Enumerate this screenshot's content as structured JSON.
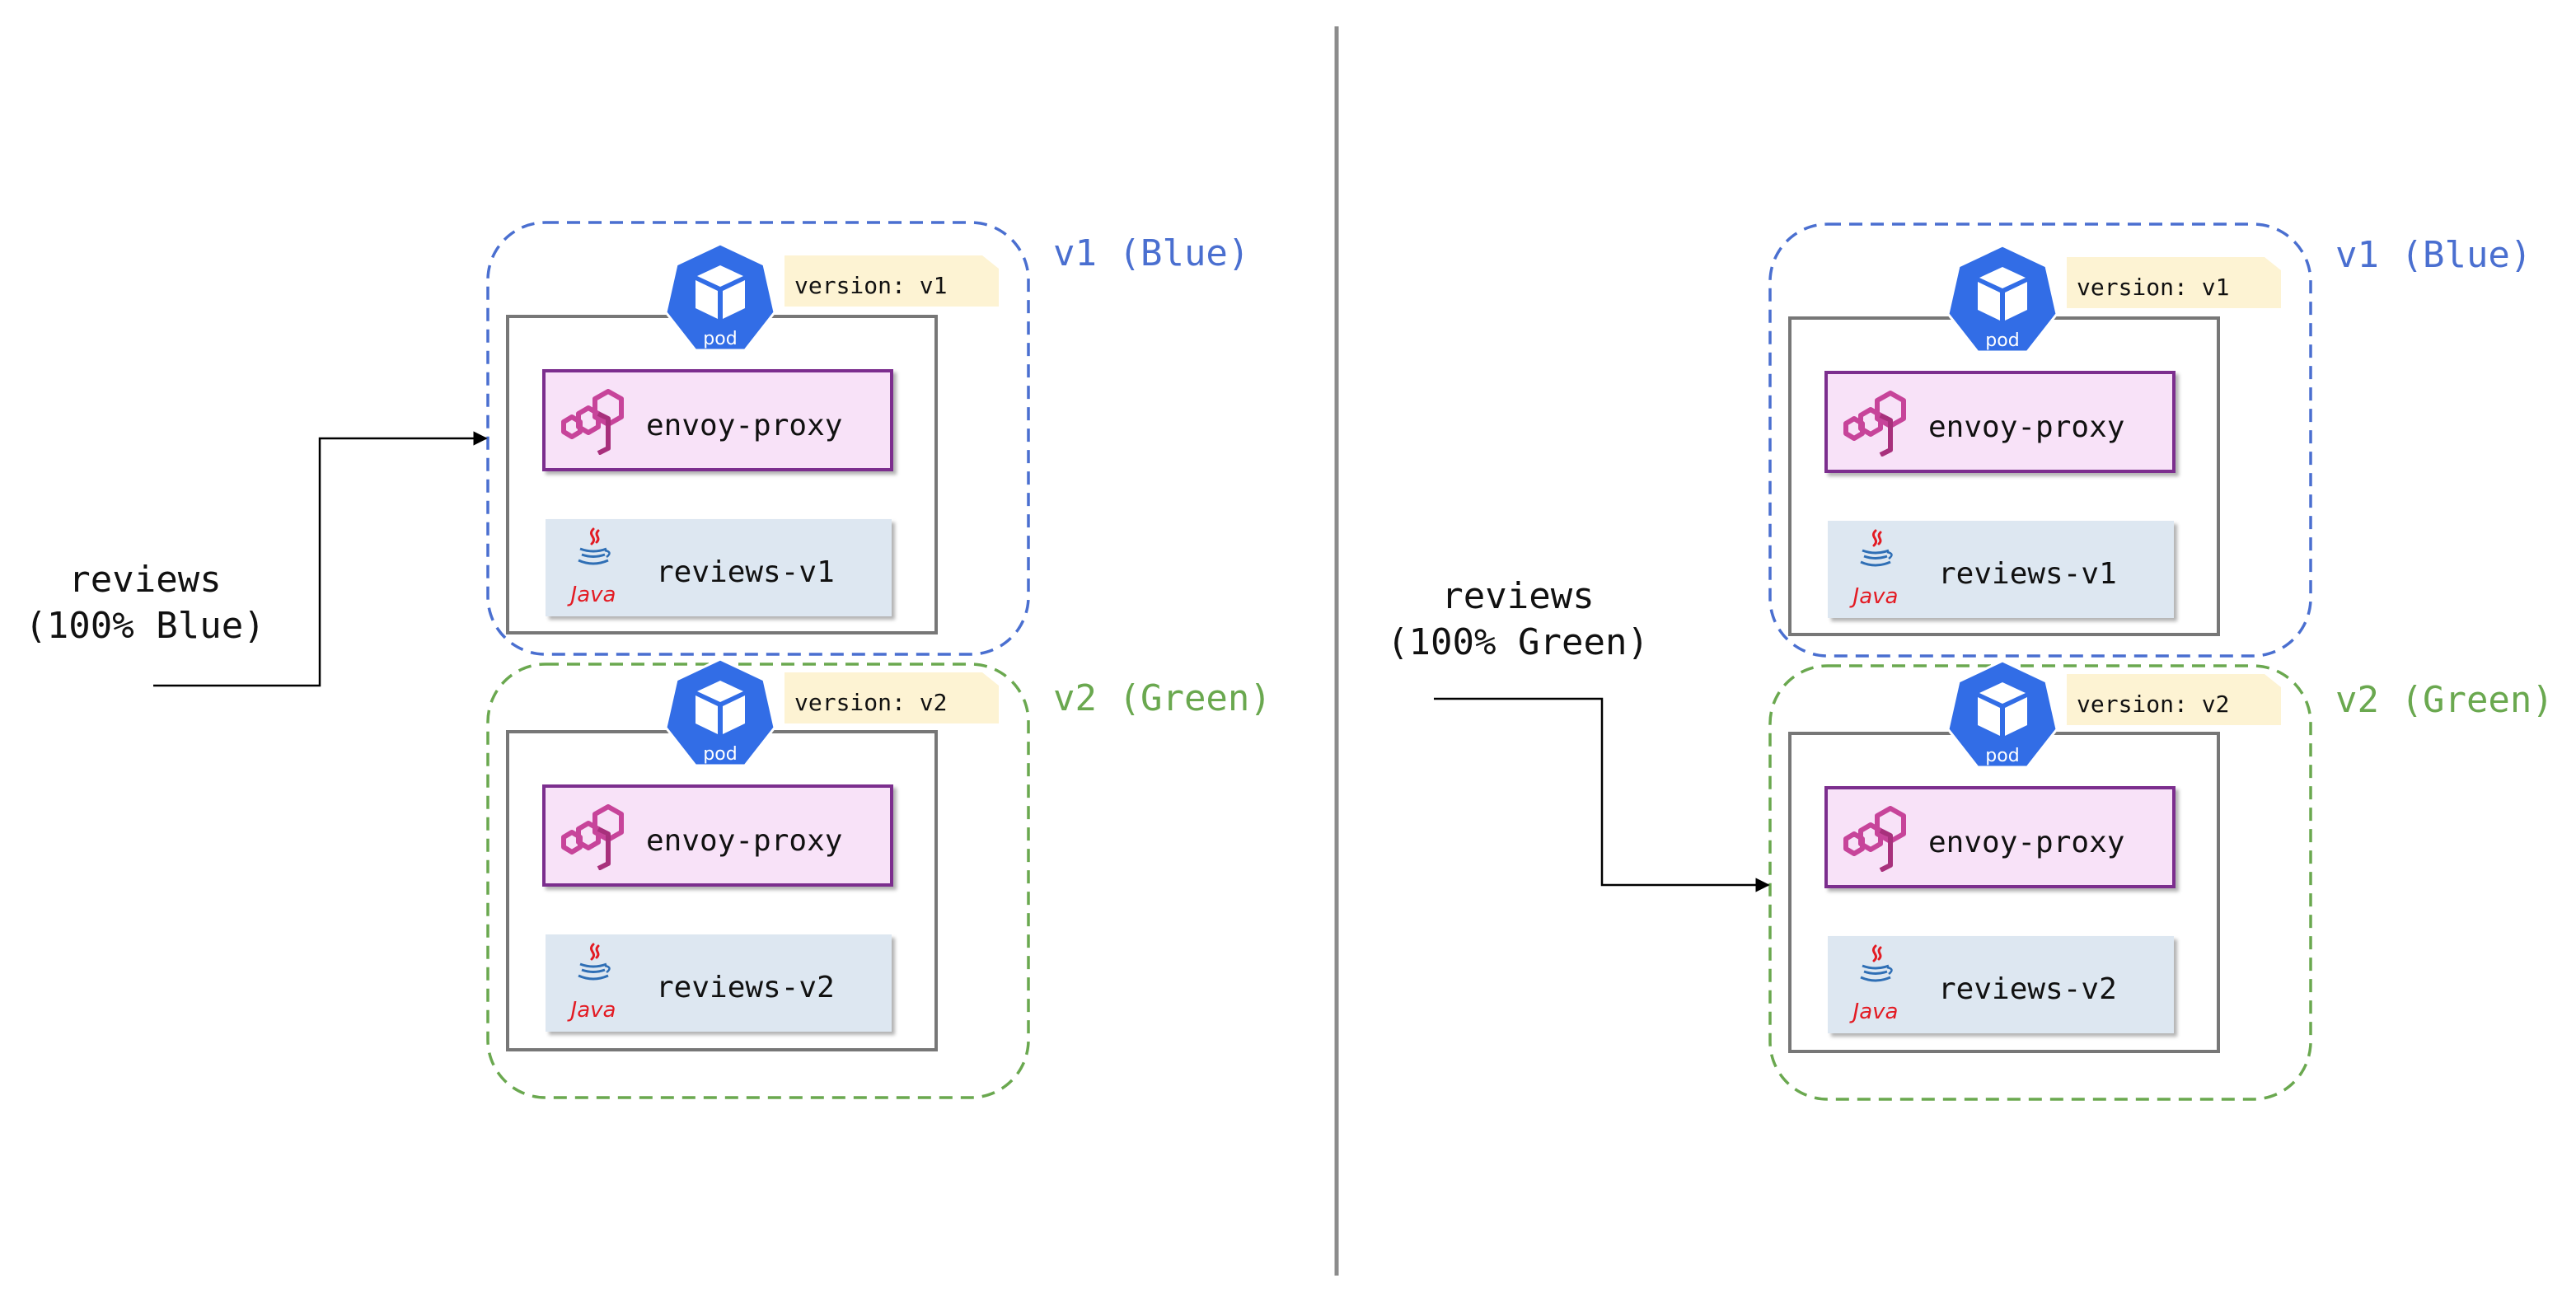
{
  "colors": {
    "blue": "#4a6fd0",
    "green": "#6aa84f",
    "pod_blue": "#326de6",
    "envoy_fill": "#f8e2f8",
    "envoy_border": "#7b2d8e",
    "envoy_icon": "#c7449a",
    "java_fill": "#dde7f1",
    "tag_fill": "#fdf3d3",
    "divider": "#8c8c8c"
  },
  "icons": {
    "pod": "kubernetes-pod-icon",
    "envoy": "envoy-logo-icon",
    "java": "java-logo-icon"
  },
  "left": {
    "caption_line1": "reviews",
    "caption_line2": "(100% Blue)",
    "v1": {
      "label": "v1 (Blue)",
      "tag": "version: v1",
      "pod_label": "pod",
      "proxy": "envoy-proxy",
      "app": "reviews-v1",
      "app_logo": "Java"
    },
    "v2": {
      "label": "v2 (Green)",
      "tag": "version: v2",
      "pod_label": "pod",
      "proxy": "envoy-proxy",
      "app": "reviews-v2",
      "app_logo": "Java"
    }
  },
  "right": {
    "caption_line1": "reviews",
    "caption_line2": "(100% Green)",
    "v1": {
      "label": "v1 (Blue)",
      "tag": "version: v1",
      "pod_label": "pod",
      "proxy": "envoy-proxy",
      "app": "reviews-v1",
      "app_logo": "Java"
    },
    "v2": {
      "label": "v2 (Green)",
      "tag": "version: v2",
      "pod_label": "pod",
      "proxy": "envoy-proxy",
      "app": "reviews-v2",
      "app_logo": "Java"
    }
  }
}
